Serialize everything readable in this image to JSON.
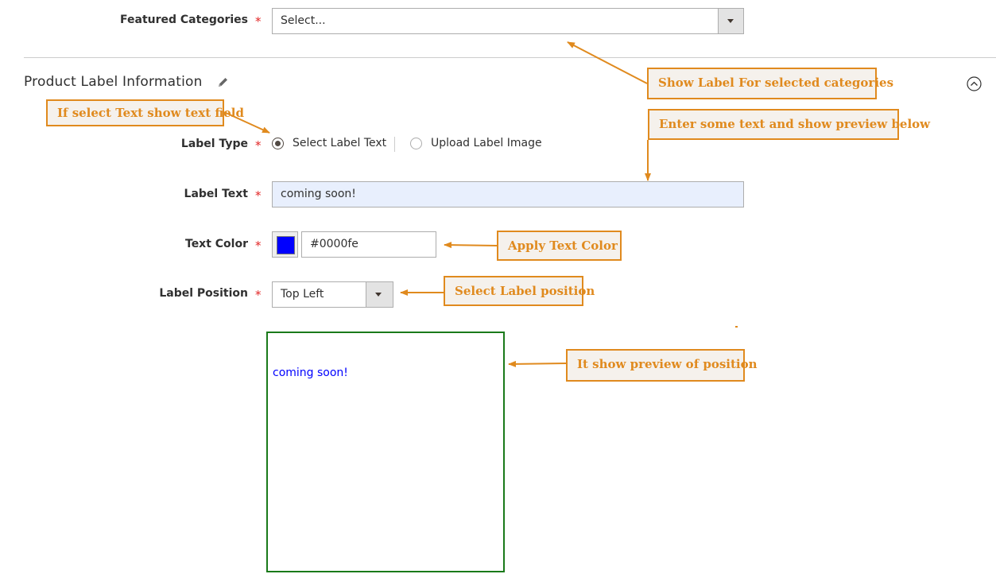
{
  "fields": {
    "featured_categories": {
      "label": "Featured Categories",
      "required_mark": "*",
      "value": "Select..."
    },
    "label_type": {
      "label": "Label Type",
      "required_mark": "*",
      "options": [
        "Select Label Text",
        "Upload Label Image"
      ],
      "selected": "Select Label Text"
    },
    "label_text": {
      "label": "Label Text",
      "required_mark": "*",
      "value": "coming soon!"
    },
    "text_color": {
      "label": "Text Color",
      "required_mark": "*",
      "value": "#0000fe",
      "swatch": "#0000fe"
    },
    "label_position": {
      "label": "Label Position",
      "required_mark": "*",
      "value": "Top Left"
    }
  },
  "section": {
    "title": "Product Label Information"
  },
  "preview": {
    "text": "coming soon!",
    "text_color": "#0000fe",
    "border_color": "#1a7a1a"
  },
  "callouts": {
    "categories": "Show Label For selected categories",
    "text_field": "If select Text show text field",
    "preview_text": "Enter some text and show preview below",
    "color": "Apply Text Color",
    "position": "Select Label position",
    "preview": "It show preview of position"
  },
  "colors": {
    "callout": "#e08a1e",
    "required": "#e22626",
    "input_bg_active": "#e8effd"
  }
}
